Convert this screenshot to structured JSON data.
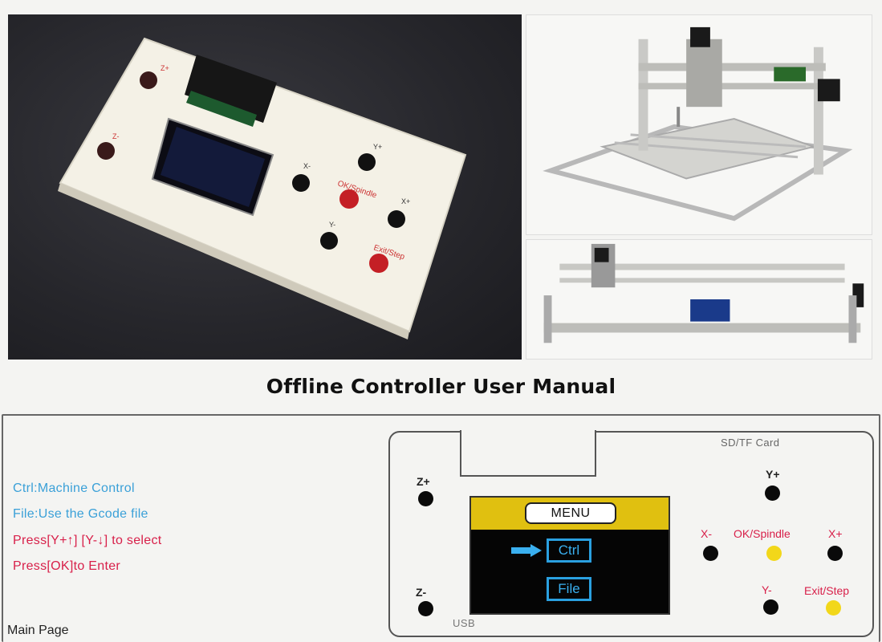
{
  "title": "Offline Controller User Manual",
  "photo_controller_labels": {
    "z_plus": "Z+",
    "z_minus": "Z-",
    "x_minus": "X-",
    "y_plus": "Y+",
    "x_plus": "X+",
    "y_minus": "Y-",
    "ok_spindle": "OK/Spindle",
    "exit_step": "Exit/Step"
  },
  "instructions": [
    {
      "text": "Ctrl:Machine Control",
      "color": "#3aa0d8"
    },
    {
      "text": "File:Use the Gcode file",
      "color": "#3aa0d8"
    },
    {
      "text": "Press[Y+↑] [Y-↓] to  select",
      "color": "#d8204a"
    },
    {
      "text": "Press[OK]to Enter",
      "color": "#d8204a"
    }
  ],
  "page_label": "Main Page",
  "device": {
    "sd_label": "SD/TF Card",
    "usb_label": "USB",
    "screen": {
      "header": "MENU",
      "items": [
        "Ctrl",
        "File"
      ],
      "selected_index": 0,
      "header_color": "#e0c010",
      "item_color": "#2aa0e0"
    },
    "buttons": {
      "z_plus": {
        "label": "Z+",
        "color": "#0a0a0a"
      },
      "z_minus": {
        "label": "Z-",
        "color": "#0a0a0a"
      },
      "y_plus": {
        "label": "Y+",
        "color": "#0a0a0a"
      },
      "x_minus": {
        "label": "X-",
        "color": "#0a0a0a"
      },
      "ok_spindle": {
        "label": "OK/Spindle",
        "color": "#f2d71a"
      },
      "x_plus": {
        "label": "X+",
        "color": "#0a0a0a"
      },
      "y_minus": {
        "label": "Y-",
        "color": "#0a0a0a"
      },
      "exit_step": {
        "label": "Exit/Step",
        "color": "#f2d71a"
      }
    }
  }
}
